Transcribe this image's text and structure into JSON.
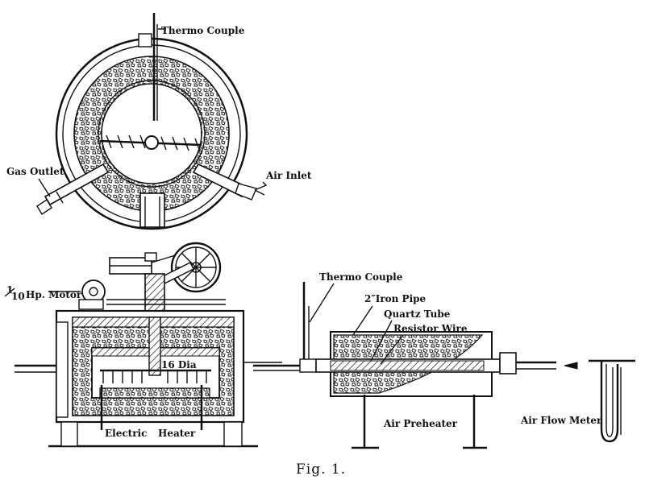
{
  "labels": {
    "thermo_couple_top": "Thermo Couple",
    "gas_outlet": "Gas Outlet",
    "air_inlet": "Air Inlet",
    "motor": "Hp. Motor",
    "motor_fraction_num": "1",
    "motor_fraction_den": "10",
    "dia": "16 Dia",
    "electric": "Electric",
    "heater": "Heater",
    "thermo_couple_right": "Thermo Couple",
    "iron_pipe": "2″Iron Pipe",
    "quartz_tube": "Quartz Tube",
    "resistor_wire": "Resistor Wire",
    "air_preheater": "Air Preheater",
    "air_flow_meter": "Air Flow Meter",
    "caption": "Fig. 1."
  }
}
